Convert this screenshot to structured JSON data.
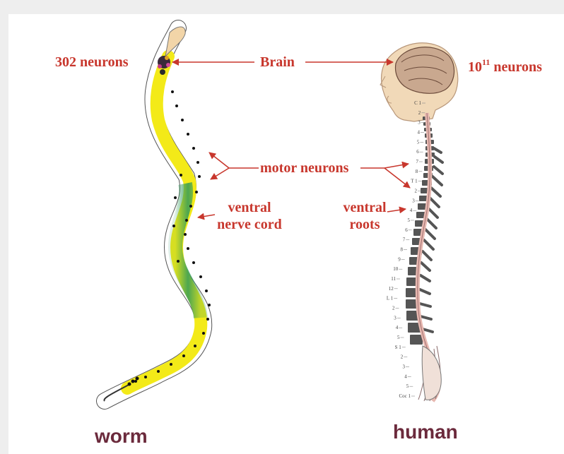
{
  "labels": {
    "worm_neurons": "302 neurons",
    "brain": "Brain",
    "human_neurons_base": "10",
    "human_neurons_exp": "11",
    "human_neurons_unit": " neurons",
    "motor_neurons": "motor neurons",
    "ventral_nerve_cord_line1": "ventral",
    "ventral_nerve_cord_line2": "nerve cord",
    "ventral_roots_line1": "ventral",
    "ventral_roots_line2": "roots"
  },
  "captions": {
    "worm": "worm",
    "human": "human"
  },
  "spine_labels": [
    "C 1",
    "2",
    "3",
    "4",
    "5",
    "6",
    "7",
    "8",
    "T 1",
    "2",
    "3",
    "4",
    "5",
    "6",
    "7",
    "8",
    "9",
    "10",
    "11",
    "12",
    "L 1",
    "2",
    "3",
    "4",
    "5",
    "S 1",
    "2",
    "3",
    "4",
    "5",
    "Coc 1"
  ],
  "colors": {
    "label_red": "#c8372d",
    "caption_purple": "#6b2a3c",
    "worm_yellow": "#f3ea18",
    "worm_green": "#2f9a5a",
    "vertebra_gray": "#555555",
    "cord_pink": "#e7b8b0"
  }
}
